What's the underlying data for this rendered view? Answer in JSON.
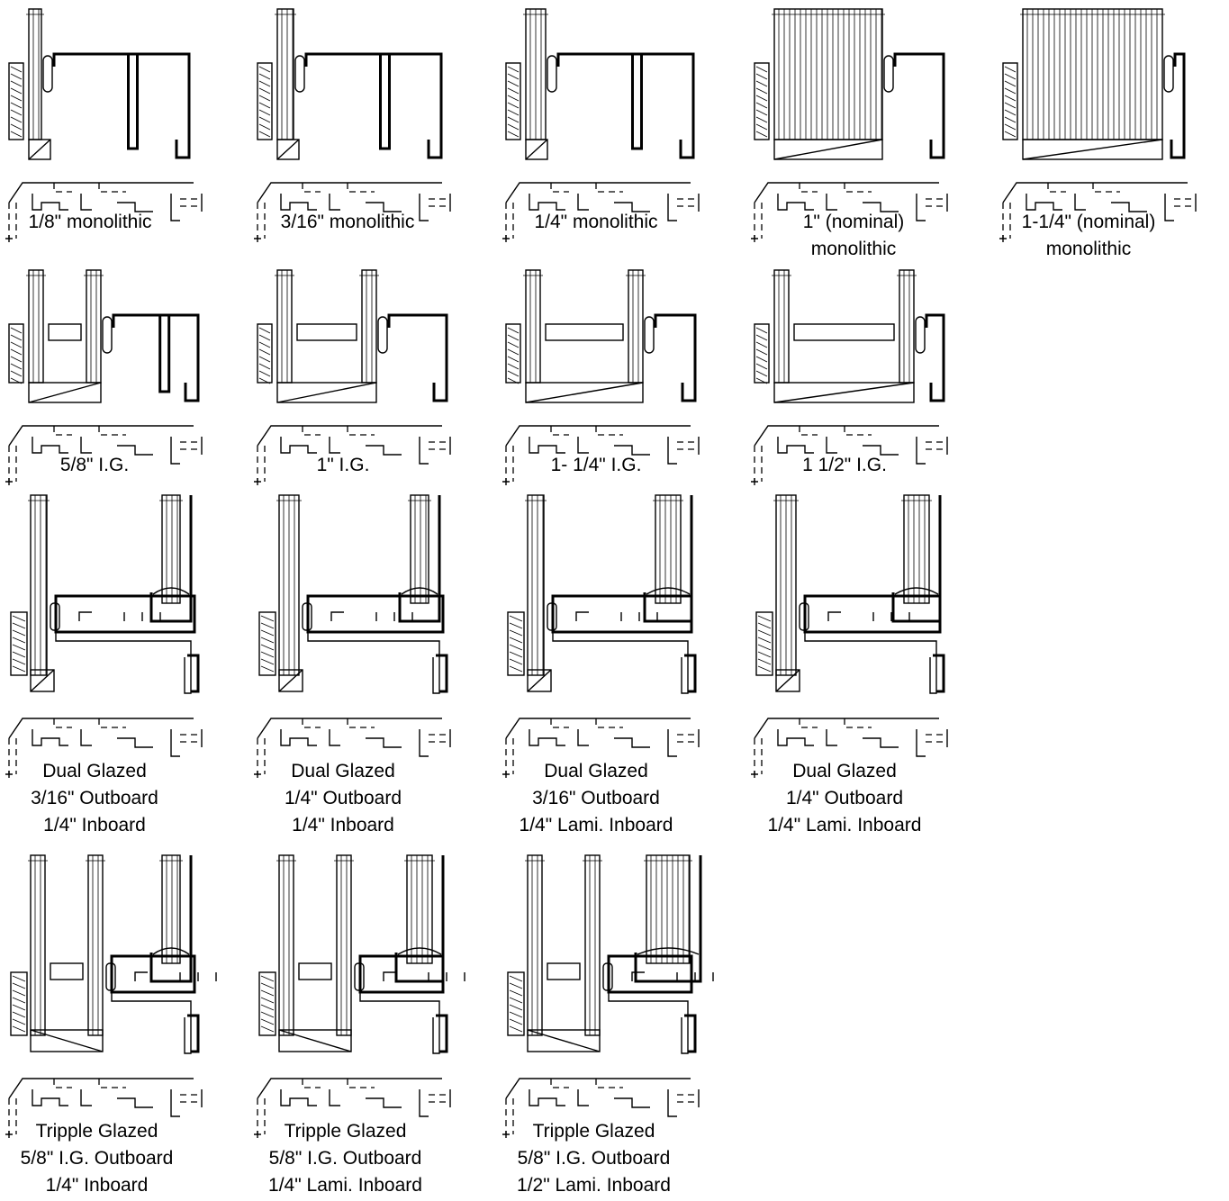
{
  "details": [
    {
      "id": "d1",
      "lines": [
        "1/8\" monolithic"
      ]
    },
    {
      "id": "d2",
      "lines": [
        "3/16\" monolithic"
      ]
    },
    {
      "id": "d3",
      "lines": [
        "1/4\" monolithic"
      ]
    },
    {
      "id": "d4",
      "lines": [
        "1\" (nominal)",
        "monolithic"
      ]
    },
    {
      "id": "d5",
      "lines": [
        "1-1/4\" (nominal)",
        "monolithic"
      ]
    },
    {
      "id": "d6",
      "lines": [
        "5/8\" I.G."
      ]
    },
    {
      "id": "d7",
      "lines": [
        "1\" I.G."
      ]
    },
    {
      "id": "d8",
      "lines": [
        "1- 1/4\" I.G."
      ]
    },
    {
      "id": "d9",
      "lines": [
        "1 1/2\" I.G."
      ]
    },
    {
      "id": "d10",
      "lines": [
        "Dual Glazed",
        "3/16\" Outboard",
        "1/4\" Inboard"
      ]
    },
    {
      "id": "d11",
      "lines": [
        "Dual Glazed",
        "1/4\" Outboard",
        "1/4\" Inboard"
      ]
    },
    {
      "id": "d12",
      "lines": [
        "Dual Glazed",
        "3/16\" Outboard",
        "1/4\" Lami. Inboard"
      ]
    },
    {
      "id": "d13",
      "lines": [
        "Dual Glazed",
        "1/4\" Outboard",
        "1/4\" Lami. Inboard"
      ]
    },
    {
      "id": "d14",
      "lines": [
        "Tripple Glazed",
        "5/8\" I.G. Outboard",
        "1/4\" Inboard"
      ]
    },
    {
      "id": "d15",
      "lines": [
        "Tripple Glazed",
        "5/8\" I.G. Outboard",
        "1/4\" Lami. Inboard"
      ]
    },
    {
      "id": "d16",
      "lines": [
        "Tripple Glazed",
        "5/8\" I.G. Outboard",
        "1/2\" Lami. Inboard"
      ]
    }
  ]
}
